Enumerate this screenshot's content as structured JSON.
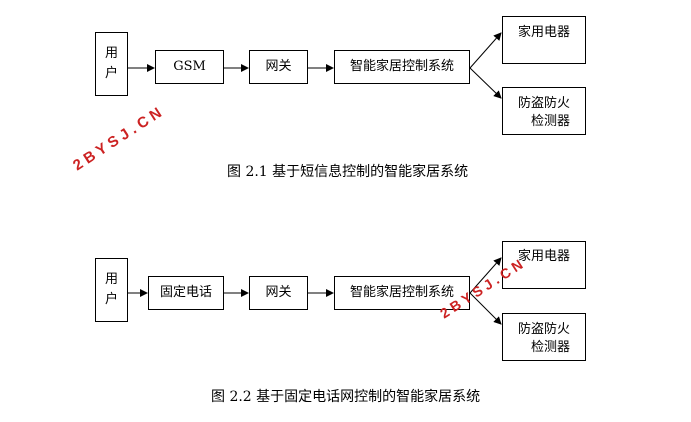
{
  "diagram1": {
    "user_label": "用\n户",
    "gsm_label": "GSM",
    "gateway_label": "网关",
    "control_label": "智能家居控制系统",
    "appliance_label": "家用电器",
    "security_label": "防盗防火\n检测器",
    "caption": "图 2.1 基于短信息控制的智能家居系统"
  },
  "diagram2": {
    "user_label": "用\n户",
    "phone_label": "固定电话",
    "gateway_label": "网关",
    "control_label": "智能家居控制系统",
    "appliance_label": "家用电器",
    "security_label": "防盗防火\n检测器",
    "caption": "图 2.2 基于固定电话网控制的智能家居系统"
  },
  "watermarks": {
    "wm1": "2 B Y S J . C N",
    "wm2": "2 B Y S J . C N"
  },
  "colors": {
    "watermark": "#cc2222",
    "line": "#000000"
  }
}
